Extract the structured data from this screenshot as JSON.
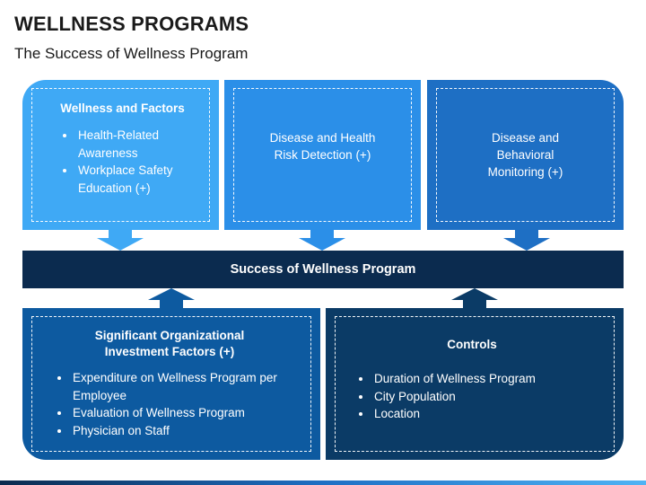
{
  "header": {
    "title": "WELLNESS PROGRAMS",
    "subtitle": "The Success of Wellness Program"
  },
  "colors": {
    "box1": "#3fa9f5",
    "box2": "#2b8fe8",
    "box3": "#1e6fc4",
    "box4": "#0d5aa0",
    "box5": "#0b3b66",
    "banner": "#0b2b4f"
  },
  "top_boxes": [
    {
      "heading": "Wellness and Factors",
      "items": [
        "Health-Related Awareness",
        "Workplace Safety Education (+)"
      ]
    },
    {
      "text": "Disease and Health Risk Detection (+)"
    },
    {
      "text": "Disease and Behavioral Monitoring (+)"
    }
  ],
  "center_banner": "Success of Wellness Program",
  "bottom_boxes": [
    {
      "heading": "Significant Organizational Investment Factors (+)",
      "items": [
        "Expenditure on Wellness Program per Employee",
        "Evaluation of Wellness Program",
        "Physician on Staff"
      ]
    },
    {
      "heading": "Controls",
      "items": [
        "Duration of Wellness Program",
        "City Population",
        "Location"
      ]
    }
  ]
}
